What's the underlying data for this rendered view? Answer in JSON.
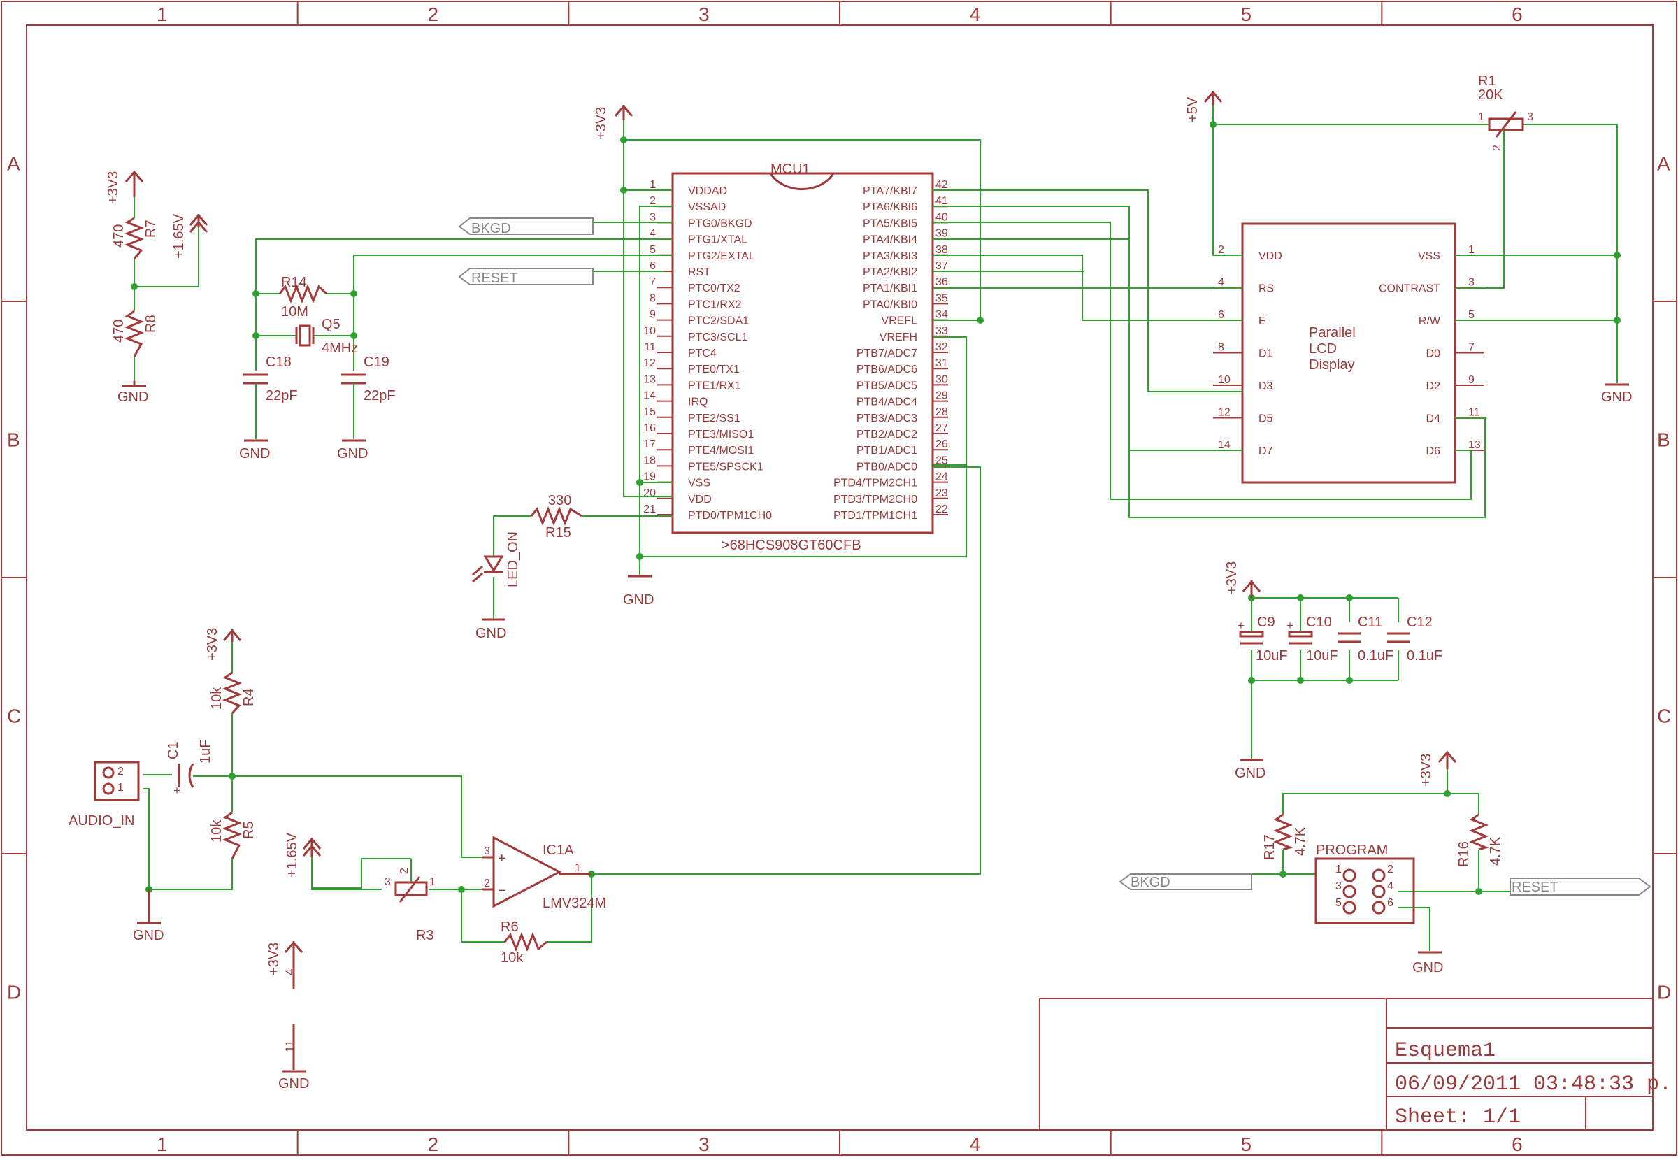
{
  "colors": {
    "symbol": "#a23a3a",
    "wire": "#2ea12e",
    "text": "#9a3a3a",
    "background": "#ffffff"
  },
  "frame": {
    "columns": [
      "1",
      "2",
      "3",
      "4",
      "5",
      "6"
    ],
    "rows": [
      "A",
      "B",
      "C",
      "D"
    ]
  },
  "title_block": {
    "name": "Esquema1",
    "datetime": "06/09/2011 03:48:33 p.",
    "sheet": "Sheet: 1/1"
  },
  "mcu": {
    "name": "MCU1",
    "part": ">68HCS908GT60CFB",
    "left_pins": [
      {
        "num": "1",
        "name": "VDDAD"
      },
      {
        "num": "2",
        "name": "VSSAD"
      },
      {
        "num": "3",
        "name": "PTG0/BKGD"
      },
      {
        "num": "4",
        "name": "PTG1/XTAL"
      },
      {
        "num": "5",
        "name": "PTG2/EXTAL"
      },
      {
        "num": "6",
        "name": "RST"
      },
      {
        "num": "7",
        "name": "PTC0/TX2"
      },
      {
        "num": "8",
        "name": "PTC1/RX2"
      },
      {
        "num": "9",
        "name": "PTC2/SDA1"
      },
      {
        "num": "10",
        "name": "PTC3/SCL1"
      },
      {
        "num": "11",
        "name": "PTC4"
      },
      {
        "num": "12",
        "name": "PTE0/TX1"
      },
      {
        "num": "13",
        "name": "PTE1/RX1"
      },
      {
        "num": "14",
        "name": "IRQ"
      },
      {
        "num": "15",
        "name": "PTE2/SS1"
      },
      {
        "num": "16",
        "name": "PTE3/MISO1"
      },
      {
        "num": "17",
        "name": "PTE4/MOSI1"
      },
      {
        "num": "18",
        "name": "PTE5/SPSCK1"
      },
      {
        "num": "19",
        "name": "VSS"
      },
      {
        "num": "20",
        "name": "VDD"
      },
      {
        "num": "21",
        "name": "PTD0/TPM1CH0"
      }
    ],
    "right_pins": [
      {
        "num": "42",
        "name": "PTA7/KBI7"
      },
      {
        "num": "41",
        "name": "PTA6/KBI6"
      },
      {
        "num": "40",
        "name": "PTA5/KBI5"
      },
      {
        "num": "39",
        "name": "PTA4/KBI4"
      },
      {
        "num": "38",
        "name": "PTA3/KBI3"
      },
      {
        "num": "37",
        "name": "PTA2/KBI2"
      },
      {
        "num": "36",
        "name": "PTA1/KBI1"
      },
      {
        "num": "35",
        "name": "PTA0/KBI0"
      },
      {
        "num": "34",
        "name": "VREFL"
      },
      {
        "num": "33",
        "name": "VREFH"
      },
      {
        "num": "32",
        "name": "PTB7/ADC7"
      },
      {
        "num": "31",
        "name": "PTB6/ADC6"
      },
      {
        "num": "30",
        "name": "PTB5/ADC5"
      },
      {
        "num": "29",
        "name": "PTB4/ADC4"
      },
      {
        "num": "28",
        "name": "PTB3/ADC3"
      },
      {
        "num": "27",
        "name": "PTB2/ADC2"
      },
      {
        "num": "26",
        "name": "PTB1/ADC1"
      },
      {
        "num": "25",
        "name": "PTB0/ADC0"
      },
      {
        "num": "24",
        "name": "PTD4/TPM2CH1"
      },
      {
        "num": "23",
        "name": "PTD3/TPM2CH0"
      },
      {
        "num": "22",
        "name": "PTD1/TPM1CH1"
      }
    ]
  },
  "lcd": {
    "title": [
      "Parallel",
      "LCD",
      "Display"
    ],
    "left_pins": [
      {
        "num": "2",
        "name": "VDD"
      },
      {
        "num": "4",
        "name": "RS"
      },
      {
        "num": "6",
        "name": "E"
      },
      {
        "num": "8",
        "name": "D1"
      },
      {
        "num": "10",
        "name": "D3"
      },
      {
        "num": "12",
        "name": "D5"
      },
      {
        "num": "14",
        "name": "D7"
      }
    ],
    "right_pins": [
      {
        "num": "1",
        "name": "VSS"
      },
      {
        "num": "3",
        "name": "CONTRAST"
      },
      {
        "num": "5",
        "name": "R/W"
      },
      {
        "num": "7",
        "name": "D0"
      },
      {
        "num": "9",
        "name": "D2"
      },
      {
        "num": "11",
        "name": "D4"
      },
      {
        "num": "13",
        "name": "D6"
      }
    ]
  },
  "labels": {
    "p3v3": "+3V3",
    "p5v": "+5V",
    "p165": "+1.65V",
    "gnd": "GND",
    "bkgd": "BKGD",
    "reset": "RESET",
    "r7": "R7",
    "r7v": "470",
    "r8": "R8",
    "r8v": "470",
    "r14": "R14",
    "r14v": "10M",
    "q5": "Q5",
    "q5v": "4MHz",
    "c18": "C18",
    "c18v": "22pF",
    "c19": "C19",
    "c19v": "22pF",
    "r15": "R15",
    "r15v": "330",
    "led": "LED_ON",
    "r1": "R1",
    "r1v": "20K",
    "c9": "C9",
    "c9v": "10uF",
    "c10": "C10",
    "c10v": "10uF",
    "c11": "C11",
    "c11v": "0.1uF",
    "c12": "C12",
    "c12v": "0.1uF",
    "r4": "R4",
    "r4v": "10k",
    "r5": "R5",
    "r5v": "10k",
    "c1": "C1",
    "c1v": "1uF",
    "audio": "AUDIO_IN",
    "ic1": "IC1A",
    "ic1v": "LMV324M",
    "r3": "R3",
    "r6": "R6",
    "r6v": "10k",
    "r17": "R17",
    "r17v": "4.7K",
    "r16": "R16",
    "r16v": "4.7K",
    "program": "PROGRAM"
  }
}
